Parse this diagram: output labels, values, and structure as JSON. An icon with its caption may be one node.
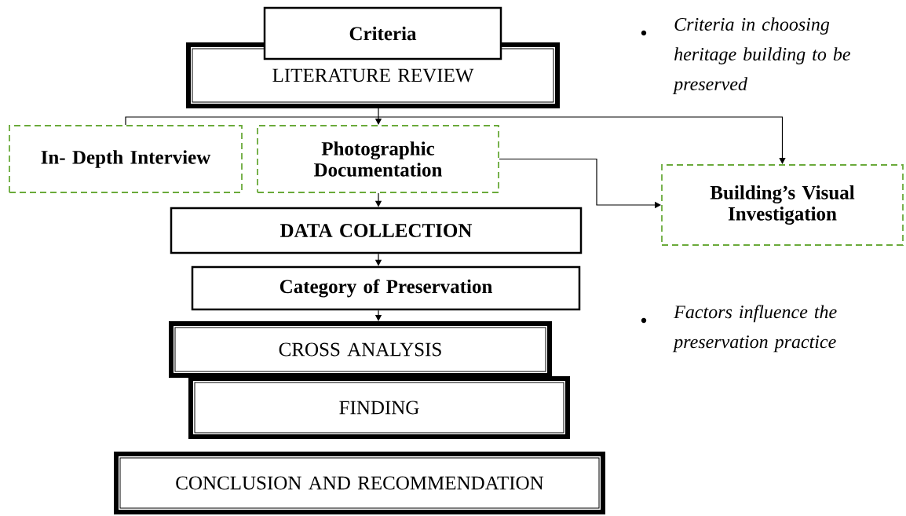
{
  "diagram": {
    "nodes": [
      {
        "text": [
          "Criteria"
        ]
      },
      {
        "text": [
          "LITERATURE REVIEW"
        ]
      },
      {
        "text": [
          "In- Depth Interview"
        ]
      },
      {
        "text": [
          "Photographic Documentation"
        ]
      },
      {
        "text": [
          "DATA COLLECTION"
        ]
      },
      {
        "text": [
          "Building’s Visual Investigation"
        ]
      },
      {
        "text": [
          "Category of Preservation"
        ]
      },
      {
        "text": [
          "CROSS ANALYSIS"
        ]
      },
      {
        "text": [
          "FINDING"
        ]
      },
      {
        "text": [
          "CONCLUSION AND RECOMMENDATION"
        ]
      }
    ],
    "edges": [
      {
        "from": 1,
        "to": 3,
        "arrow": "to"
      },
      {
        "from": 2,
        "to": 5,
        "arrow": "to"
      },
      {
        "from": 3,
        "to": 5,
        "arrow": "to"
      },
      {
        "from": 3,
        "to": 4,
        "arrow": "to"
      },
      {
        "from": 4,
        "to": 6,
        "arrow": "to"
      },
      {
        "from": 6,
        "to": 7,
        "arrow": "to"
      }
    ],
    "labels": [
      "*Criteria in choosing heritage building to be preserved*",
      "*Factors influence the preservation practice*"
    ]
  }
}
